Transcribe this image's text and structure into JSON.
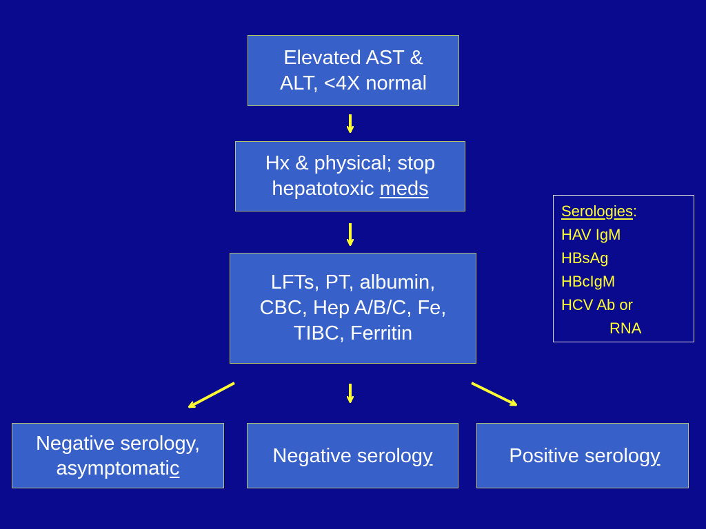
{
  "flowchart": {
    "start": {
      "line1": "Elevated AST &",
      "line2": "ALT, <4X normal"
    },
    "step2": {
      "line1": "Hx & physical; stop",
      "line2_text": "hepatotoxic ",
      "line2_underlined": "meds"
    },
    "step3": {
      "line1": "LFTs, PT, albumin,",
      "line2": "CBC, Hep A/B/C, Fe,",
      "line3": "TIBC, Ferritin"
    },
    "outcome_left": {
      "line1": "Negative serology,",
      "line2_text": "asymptomati",
      "line2_underlined": "c"
    },
    "outcome_middle": {
      "text": "Negative serolog",
      "underlined": "y"
    },
    "outcome_right": {
      "text": "Positive serolog",
      "underlined": "y"
    }
  },
  "serologies": {
    "heading": "Serologies",
    "heading_suffix": ":",
    "items": [
      "HAV IgM",
      "HBsAg",
      "HBcIgM",
      "HCV Ab or"
    ],
    "continuation": "RNA"
  },
  "colors": {
    "background": "#0a0a8e",
    "box_fill": "#3761c8",
    "box_border": "#b8c46a",
    "arrow": "#ffff33",
    "serology_text": "#ffff33",
    "box_text": "#ffffff"
  }
}
